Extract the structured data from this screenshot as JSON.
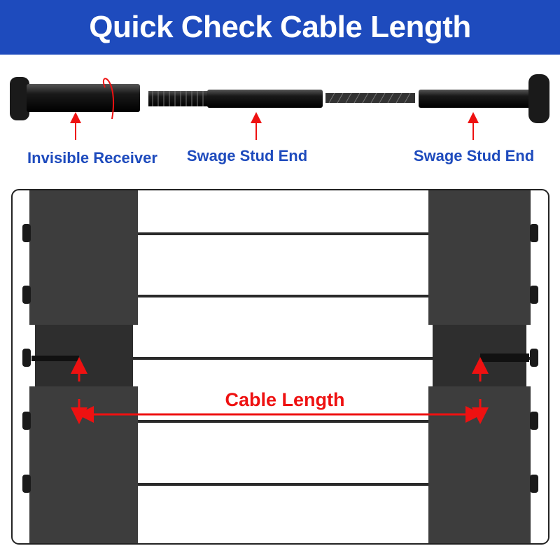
{
  "title": "Quick Check Cable Length",
  "labels": {
    "receiver": "Invisible Receiver",
    "stud_left": "Swage Stud End",
    "stud_right": "Swage Stud End",
    "cable_length": "Cable Length"
  },
  "colors": {
    "header_bg": "#1e4bbd",
    "label_text": "#1e4bbd",
    "arrow": "#ee1111",
    "post": "#3b3b3b",
    "cable": "#2a2a2a"
  }
}
